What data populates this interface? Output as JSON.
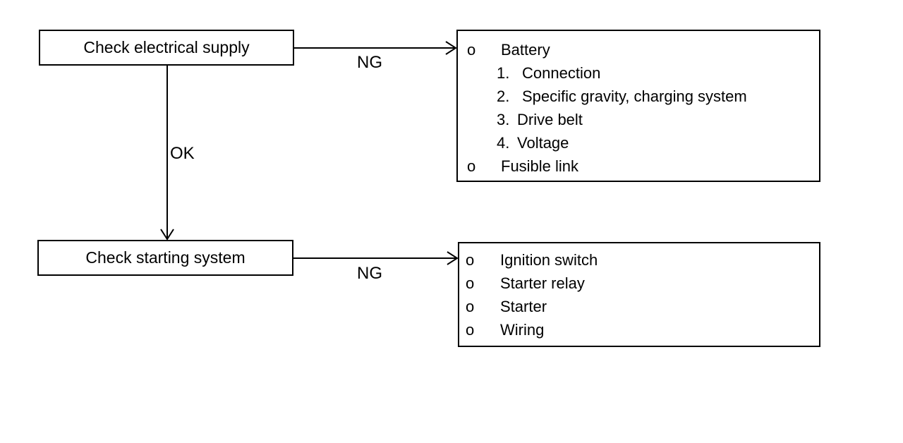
{
  "canvas": {
    "bg": "#ffffff",
    "ink": "#000000"
  },
  "nodes": {
    "check_electrical_supply": "Check electrical supply",
    "check_starting_system": "Check starting system"
  },
  "edges": {
    "ng1": "NG",
    "ok": "OK",
    "ng2": "NG"
  },
  "electrical_causes": {
    "items": [
      {
        "marker": "o",
        "text": "Battery"
      },
      {
        "marker": "1.",
        "text": "Connection"
      },
      {
        "marker": "2.",
        "text": "Specific gravity, charging system"
      },
      {
        "marker": "3.",
        "text": "Drive belt"
      },
      {
        "marker": "4.",
        "text": "Voltage"
      },
      {
        "marker": "o",
        "text": "Fusible link"
      }
    ]
  },
  "starting_causes": {
    "items": [
      {
        "marker": "o",
        "text": "Ignition switch"
      },
      {
        "marker": "o",
        "text": "Starter relay"
      },
      {
        "marker": "o",
        "text": "Starter"
      },
      {
        "marker": "o",
        "text": "Wiring"
      }
    ]
  }
}
